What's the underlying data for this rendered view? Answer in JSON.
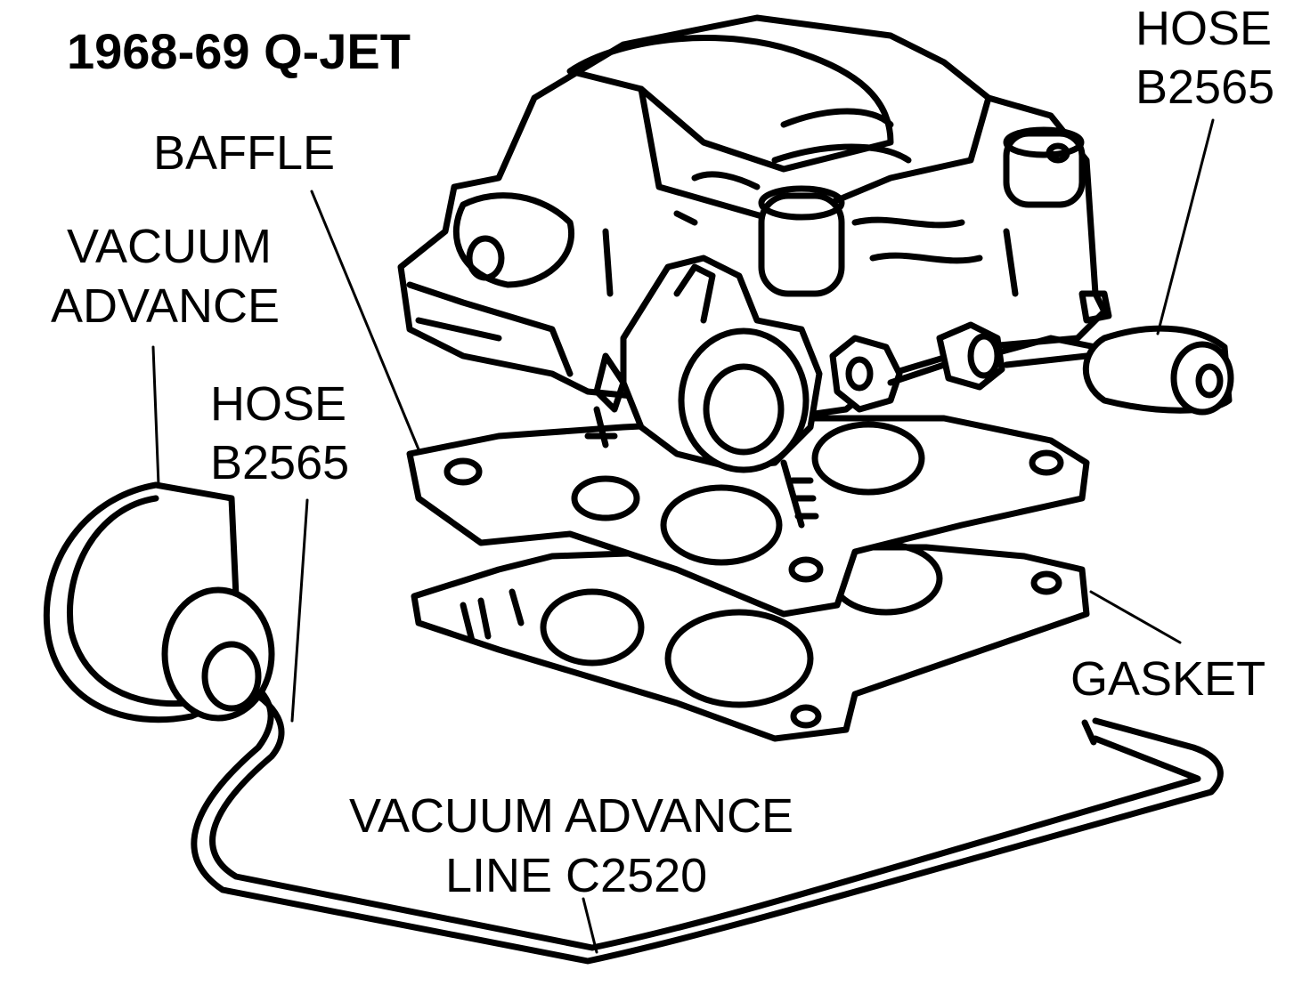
{
  "title": "1968-69 Q-JET",
  "labels": {
    "baffle": "BAFFLE",
    "vacuum_advance_1": "VACUUM",
    "vacuum_advance_2": "ADVANCE",
    "hose_left_1": "HOSE",
    "hose_left_2": "B2565",
    "hose_right_1": "HOSE",
    "hose_right_2": "B2565",
    "gasket": "GASKET",
    "line_1": "VACUUM ADVANCE",
    "line_2": "LINE  C2520"
  }
}
